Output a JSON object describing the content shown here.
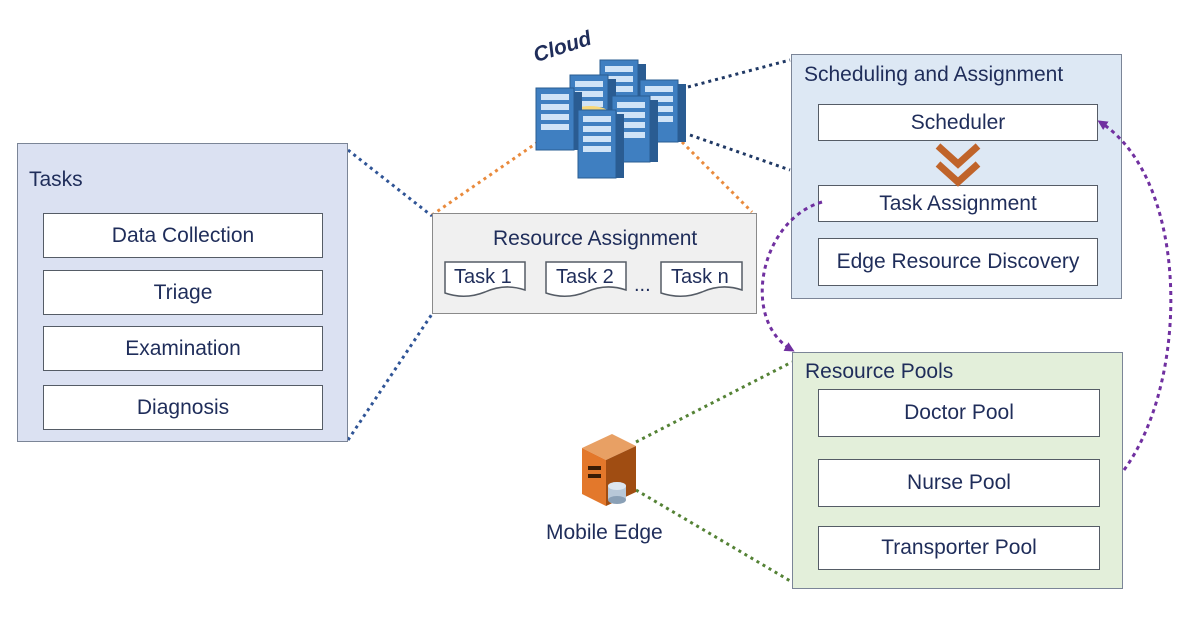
{
  "tasks": {
    "title": "Tasks",
    "items": [
      "Data Collection",
      "Triage",
      "Examination",
      "Diagnosis"
    ]
  },
  "resource_assignment": {
    "title": "Resource Assignment",
    "tasks": [
      "Task 1",
      "Task 2",
      "Task n"
    ],
    "ellipsis": "..."
  },
  "cloud": {
    "label": "Cloud"
  },
  "mobile_edge": {
    "label": "Mobile Edge"
  },
  "scheduling": {
    "title": "Scheduling and Assignment",
    "items": [
      "Scheduler",
      "Task Assignment",
      "Edge Resource Discovery"
    ]
  },
  "resource_pools": {
    "title": "Resource Pools",
    "items": [
      "Doctor Pool",
      "Nurse Pool",
      "Transporter Pool"
    ]
  },
  "colors": {
    "tasks_bg": "#dbe1f2",
    "scheduling_bg": "#dde8f4",
    "pools_bg": "#e3efda",
    "assignment_bg": "#f0f0f0",
    "cloud_link": "#e98a3c",
    "tasks_link": "#2f5496",
    "scheduling_link": "#1f3864",
    "edge_link": "#548235",
    "flow_arrow": "#7030a0",
    "chevron": "#c0642a"
  }
}
